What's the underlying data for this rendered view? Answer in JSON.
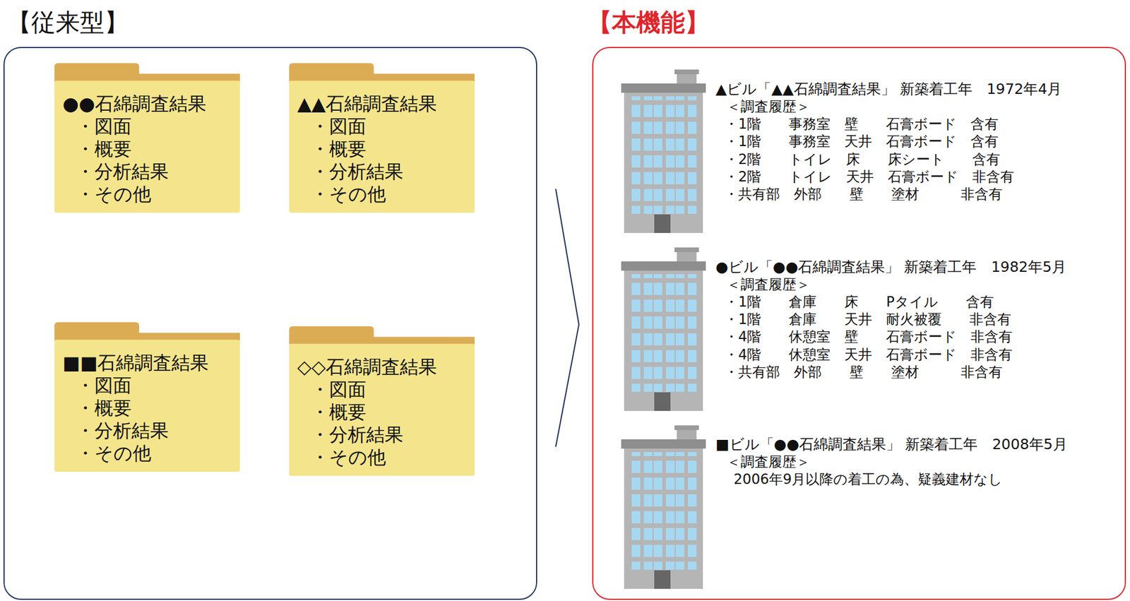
{
  "diagram": {
    "nodes": [
      {
        "text": [
          "【従来型】"
        ]
      },
      {
        "text": [
          "【本機能】"
        ]
      },
      {
        "text": [
          "●●石綿調査結果",
          "・図面",
          "・概要",
          "・分析結果",
          "・その他"
        ],
        "in": 0
      },
      {
        "text": [
          "▲▲石綿調査結果",
          "・図面",
          "・概要",
          "・分析結果",
          "・その他"
        ],
        "in": 0
      },
      {
        "text": [
          "■■石綿調査結果",
          "・図面",
          "・概要",
          "・分析結果",
          "・その他"
        ],
        "in": 0
      },
      {
        "text": [
          "◇◇石綿調査結果",
          "・図面",
          "・概要",
          "・分析結果",
          "・その他"
        ],
        "in": 0
      }
    ],
    "labels": [
      "▲ビル「▲▲石綿調査結果」 新築着工年　1972年4月",
      "＜調査履歴＞",
      "・1階　　事務室　壁　　石膏ボード　含有",
      "・1階　　事務室　天井　石膏ボード　含有",
      "・2階　　トイレ　床　　床シート　　含有",
      "・2階　　トイレ　天井　石膏ボード　非含有",
      "・共有部　外部　　壁　　塗材　　　非含有",
      "●ビル「●●石綿調査結果」 新築着工年　1982年5月",
      "＜調査履歴＞",
      "・1階　　倉庫　　床　　Pタイル　　含有",
      "・1階　　倉庫　　天井　耐火被覆　　非含有",
      "・4階　　休憩室　壁　　石膏ボード　非含有",
      "・4階　　休憩室　天井　石膏ボード　非含有",
      "・共有部　外部　　壁　　塗材　　　非含有",
      "■ビル「●●石綿調査結果」 新築着工年　2008年5月",
      "＜調査履歴＞",
      "2006年9月以降の着工の為、疑義建材なし"
    ]
  }
}
